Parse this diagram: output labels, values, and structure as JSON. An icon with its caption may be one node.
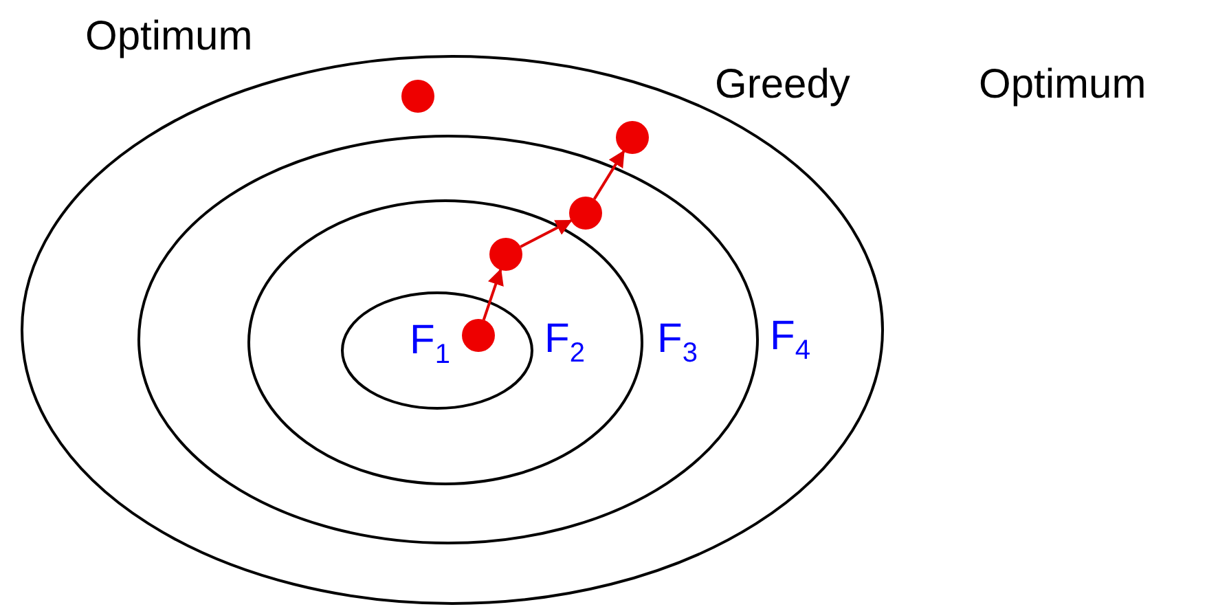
{
  "diagram": {
    "nodes": [
      {
        "text": [
          "F$_{4}$"
        ]
      },
      {
        "text": [
          "F$_{3}$"
        ],
        "in": 0
      },
      {
        "text": [
          "F$_{2}$"
        ],
        "in": 1
      },
      {
        "text": [
          "F$_{1}$"
        ],
        "in": 2
      },
      {
        "text": [],
        "shape": "circle",
        "in": 0
      },
      {
        "text": [],
        "shape": "circle",
        "in": 3
      },
      {
        "text": [],
        "shape": "circle",
        "in": 2
      },
      {
        "text": [],
        "shape": "circle",
        "in": 1
      },
      {
        "text": [],
        "shape": "circle",
        "in": 0
      }
    ],
    "edges": [
      {
        "from": 5,
        "to": 6,
        "arrow": "to"
      },
      {
        "from": 6,
        "to": 7,
        "arrow": "to"
      },
      {
        "from": 7,
        "to": 8,
        "arrow": "to"
      }
    ],
    "labels": [
      "Optimum",
      "Greedy",
      "Optimum"
    ]
  }
}
